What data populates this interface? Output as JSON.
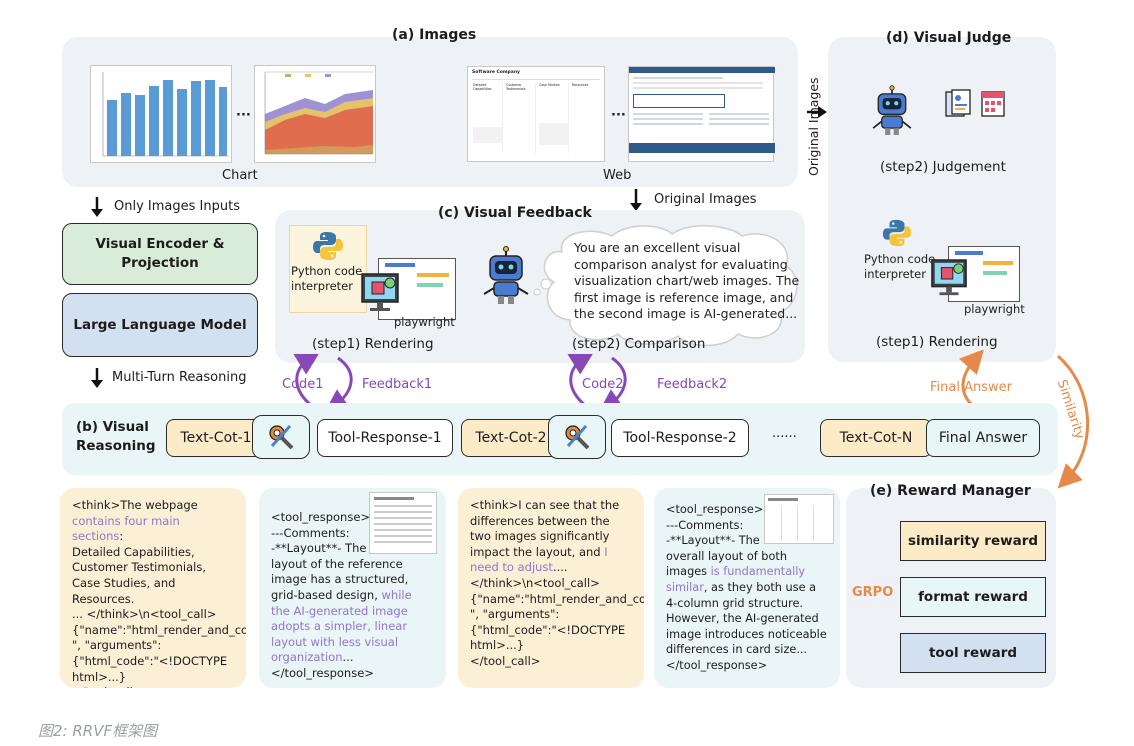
{
  "section_a": {
    "title": "(a) Images",
    "chart_label": "Chart",
    "web_label": "Web",
    "ellipsis": "···"
  },
  "section_b": {
    "title_line1": "(b) Visual",
    "title_line2": "Reasoning"
  },
  "section_c": {
    "title": "(c) Visual Feedback",
    "python_label_line1": "Python code",
    "python_label_line2": "interpreter",
    "playwright_label": "playwright",
    "step1_label": "(step1) Rendering",
    "step2_label": "(step2) Comparison",
    "prompt_text": "You are an excellent visual comparison analyst for evaluating visualization chart/web images. The first image is reference image, and the second image is AI-generated..."
  },
  "section_d": {
    "title": "(d) Visual Judge",
    "step2_label": "(step2) Judgement",
    "python_label_line1": "Python code",
    "python_label_line2": "interpreter",
    "playwright_label": "playwright",
    "step1_label": "(step1) Rendering"
  },
  "section_e": {
    "title": "(e) Reward Manager",
    "grpo_label": "GRPO",
    "rewards": [
      "similarity reward",
      "format reward",
      "tool reward"
    ]
  },
  "arrows": {
    "only_images_inputs": "Only Images Inputs",
    "multi_turn_reasoning": "Multi-Turn Reasoning",
    "original_images_top": "Original Images",
    "original_images_vertical": "Original Images",
    "code1": "Code1",
    "feedback1": "Feedback1",
    "code2": "Code2",
    "feedback2": "Feedback2",
    "final_answer": "Final Answer",
    "similarity": "Similarity"
  },
  "model_boxes": {
    "visual_encoder_line1": "Visual Encoder &",
    "visual_encoder_line2": "Projection",
    "llm": "Large Language Model"
  },
  "chain": {
    "text_cot_1": "Text-Cot-1",
    "tool_response_1": "Tool-Response-1",
    "text_cot_2": "Text-Cot-2",
    "tool_response_2": "Tool-Response-2",
    "dots": "······",
    "text_cot_n": "Text-Cot-N",
    "final_answer": "Final Answer"
  },
  "notes": {
    "n1_a": "<think>The webpage\n",
    "n1_purple": "contains four main sections",
    "n1_b": ":\nDetailed Capabilities,\nCustomer Testimonials, Case Studies, and Resources.\n... </think>\\n<tool_call>\n{\"name\":\"html_render_and_compare_tool\n\", \"arguments\":\n{\"html_code\":\"<!DOCTYPE html>...}\n</tool_call>",
    "n2_a": "<tool_response>\n---Comments:\n-**Layout**- The\nlayout of the reference image has a structured, grid-based design, ",
    "n2_purple": "while the AI-generated image adopts a simpler, linear layout with less visual organization",
    "n2_b": "...\n</tool_response>",
    "n3_a": "<think>I can see that the differences between the two images significantly impact the layout, and ",
    "n3_purple": "I need to adjust",
    "n3_b": "....\n</think>\\n<tool_call>\n{\"name\":\"html_render_and_compare_tool\n\", \"arguments\":\n{\"html_code\":\"<!DOCTYPE html>...}\n</tool_call>",
    "n4_a": "<tool_response>\n---Comments:\n-**Layout**- The\noverall layout of both images ",
    "n4_purple": "is fundamentally similar",
    "n4_b": ", as they both use a 4-column grid structure. However, the AI-generated image introduces noticeable differences in card size...\n</tool_response>"
  },
  "thumbs": {
    "web1_header": "Software Company",
    "web_cols": [
      "Detailed Capabilities",
      "Customer Testimonials",
      "Case Studies",
      "Resources"
    ]
  },
  "caption": "图2: RRVF框架图",
  "colors": {
    "panel_gray": "#eef1f6",
    "green_box": "#d9ecd9",
    "blue_box": "#d3e0f0",
    "yellow_pill": "#fbecc7",
    "purple_arrow": "#8848b8",
    "orange": "#e58a49",
    "bar_blue": "#5b9bd5",
    "caption_gray": "#9aa0a6"
  }
}
